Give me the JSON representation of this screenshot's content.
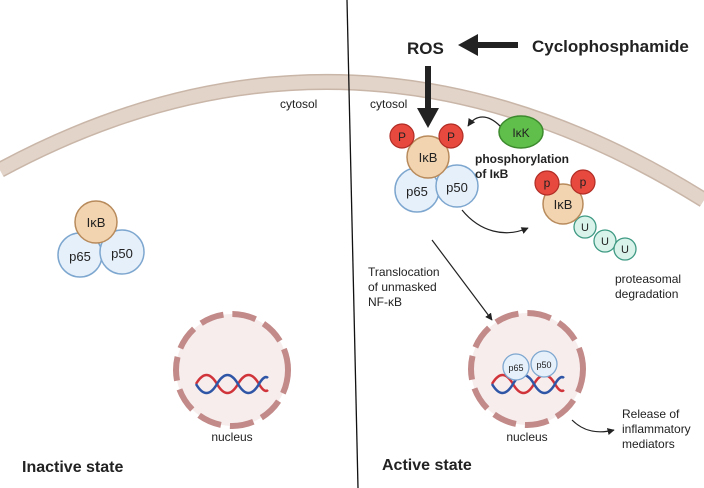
{
  "left_panel": {
    "cytosol_label": "cytosol",
    "ikb_label": "IκB",
    "p65_label": "p65",
    "p50_label": "p50",
    "nucleus_label": "nucleus",
    "state_label": "Inactive state"
  },
  "right_panel": {
    "ros_label": "ROS",
    "drug_label": "Cyclophosphamide",
    "cytosol_label": "cytosol",
    "ikk_label": "IκK",
    "phospho_mark_upper": "P",
    "phospho_mark_lower": "p",
    "ikb_label": "IκB",
    "p65_label": "p65",
    "p50_label": "p50",
    "phosphorylation_line1": "phosphorylation",
    "phosphorylation_line2": "of IκB",
    "ubiquitin_label": "U",
    "proteasomal_line1": "proteasomal",
    "proteasomal_line2": "degradation",
    "translocation_line1": "Translocation",
    "translocation_line2": "of unmasked",
    "translocation_line3": "NF-κB",
    "nucleus_label": "nucleus",
    "release_line1": "Release of",
    "release_line2": "inflammatory",
    "release_line3": "mediators",
    "state_label": "Active state"
  },
  "colors": {
    "membrane": "#e2d4c9",
    "membrane_edge": "#c9b6a8",
    "ikb_fill": "#f2d4b0",
    "ikb_stroke": "#b88b5c",
    "subunit_fill": "#e6f0fb",
    "subunit_stroke": "#7ea7cf",
    "phospho_fill": "#e8493f",
    "ikk_fill": "#5fbf4a",
    "ubiquitin_fill": "#d9f2ea",
    "ubiquitin_stroke": "#3f9a83",
    "nucleus_dash": "#c28a88",
    "nucleus_fill": "#f7eded",
    "dna_red": "#d0343a",
    "dna_blue": "#2f56a6"
  }
}
